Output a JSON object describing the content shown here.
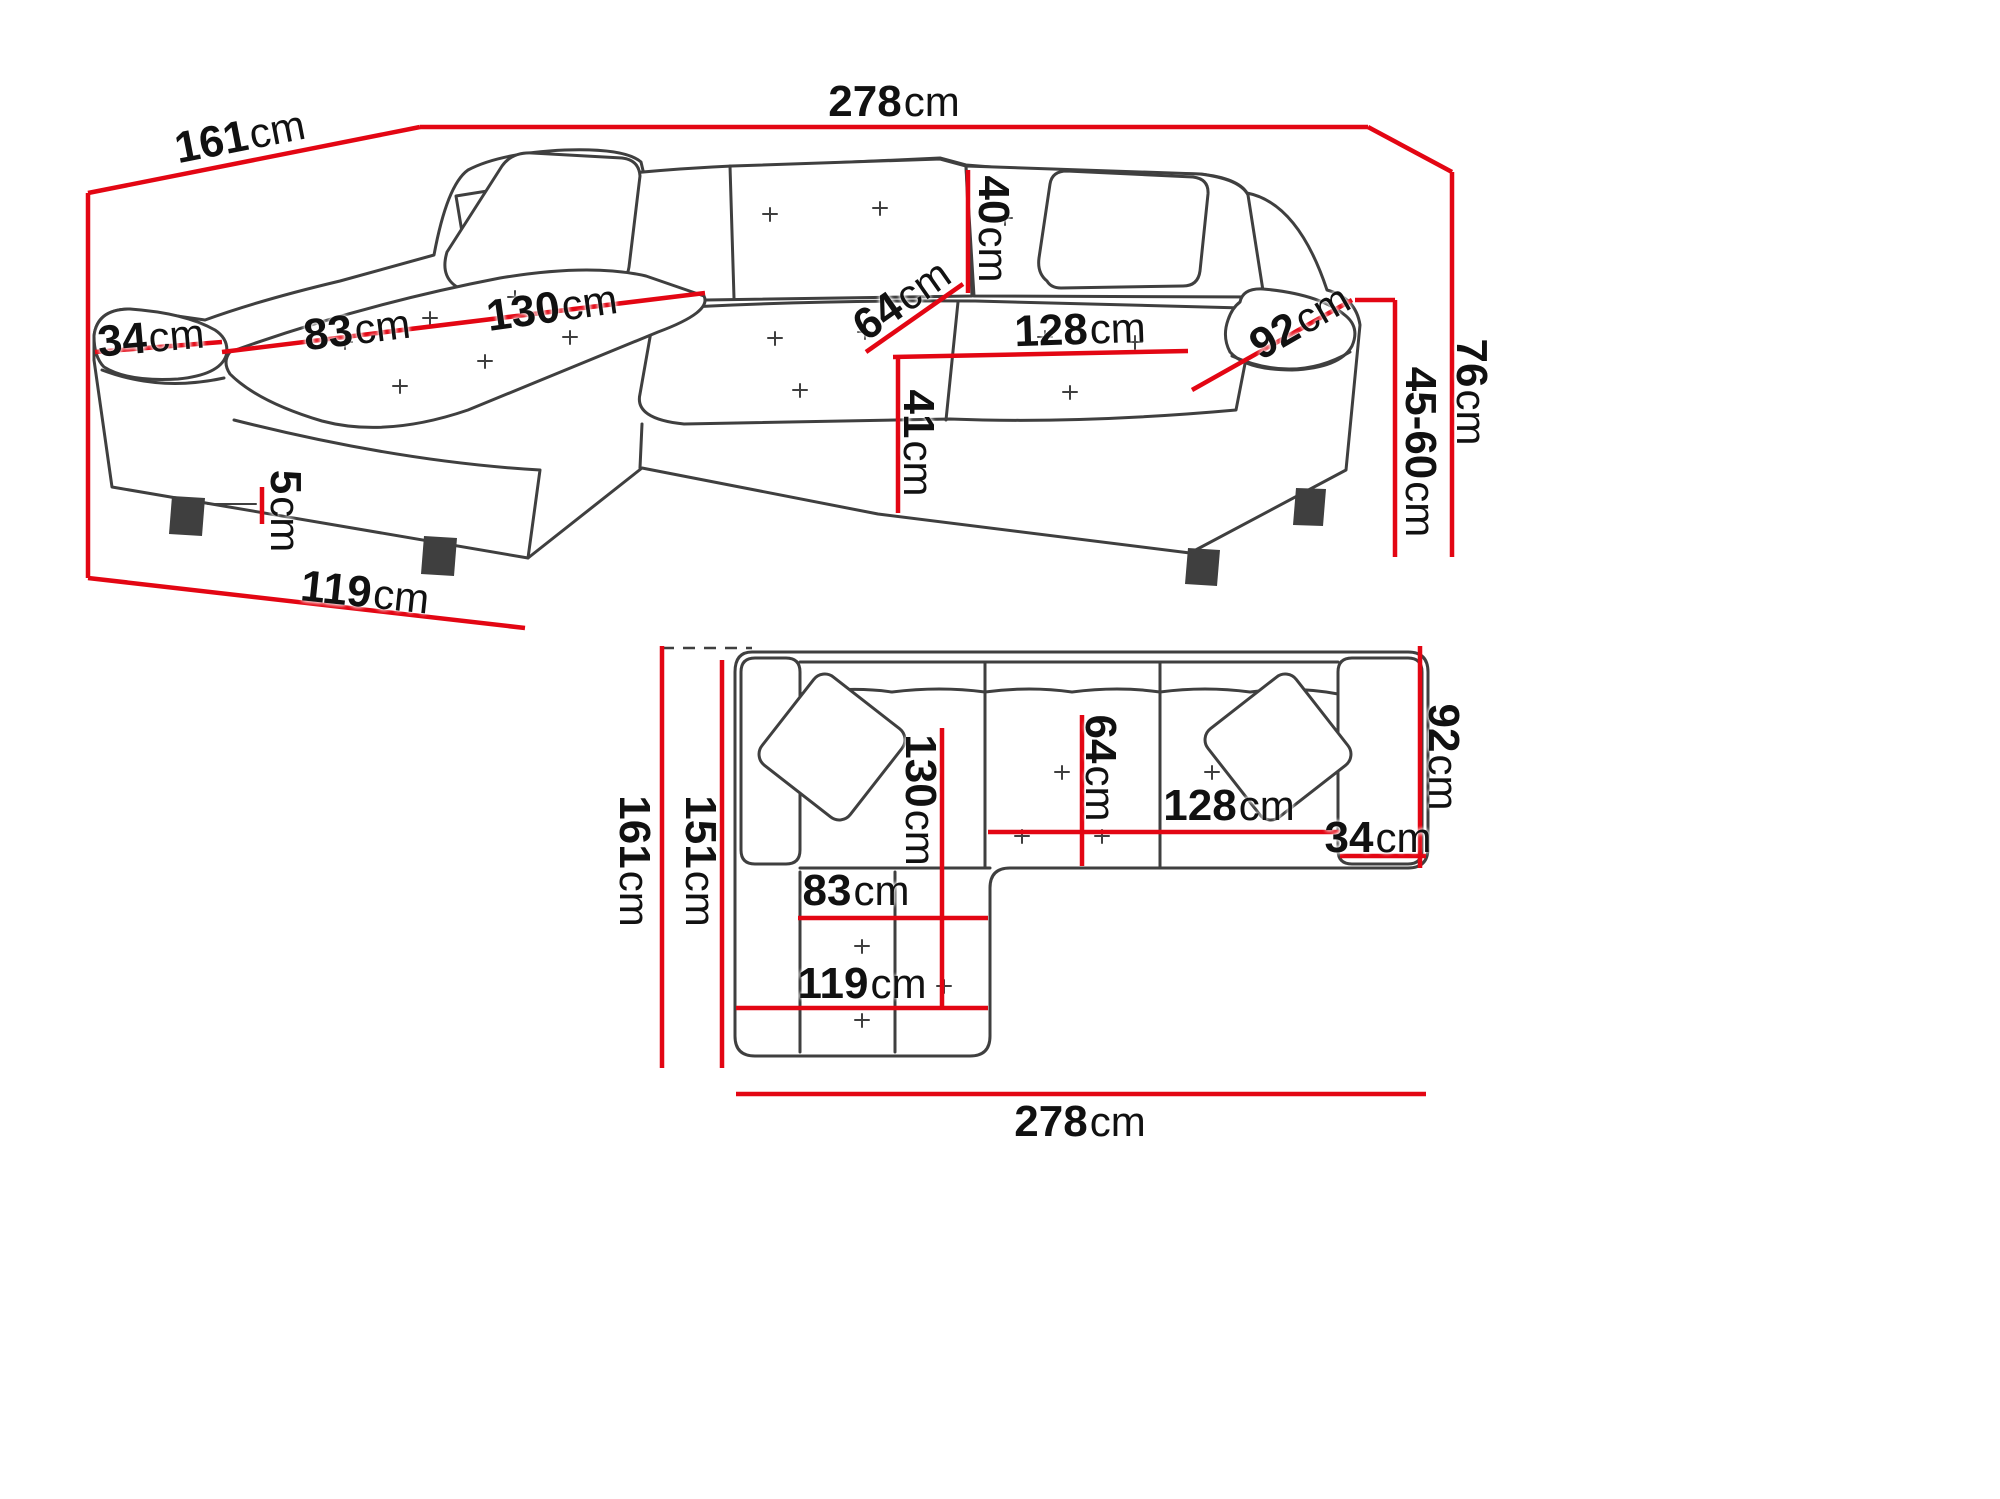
{
  "colors": {
    "dimension": "#e30613",
    "outline": "#3f3f3f",
    "text": "#111111",
    "background": "#ffffff"
  },
  "views": {
    "perspective": {
      "name": "perspective-view",
      "dims": {
        "total_width": {
          "v": "278",
          "u": "cm"
        },
        "total_depth": {
          "v": "161",
          "u": "cm"
        },
        "total_height": {
          "v": "76",
          "u": "cm"
        },
        "armrest_height": {
          "v": "45-60",
          "u": "cm"
        },
        "backrest_height": {
          "v": "40",
          "u": "cm"
        },
        "seat_depth": {
          "v": "64",
          "u": "cm"
        },
        "seat_width": {
          "v": "128",
          "u": "cm"
        },
        "armrest_length": {
          "v": "92",
          "u": "cm"
        },
        "armrest_width": {
          "v": "34",
          "u": "cm"
        },
        "chaise_seat_width": {
          "v": "83",
          "u": "cm"
        },
        "chaise_seat_length": {
          "v": "130",
          "u": "cm"
        },
        "seat_height": {
          "v": "41",
          "u": "cm"
        },
        "leg_height": {
          "v": "5",
          "u": "cm"
        },
        "chaise_total_depth": {
          "v": "119",
          "u": "cm"
        }
      }
    },
    "plan": {
      "name": "top-view",
      "dims": {
        "total_depth": {
          "v": "161",
          "u": "cm"
        },
        "inner_depth": {
          "v": "151",
          "u": "cm"
        },
        "chaise_length": {
          "v": "130",
          "u": "cm"
        },
        "seat_depth": {
          "v": "64",
          "u": "cm"
        },
        "chaise_seat_width": {
          "v": "83",
          "u": "cm"
        },
        "seat_width": {
          "v": "128",
          "u": "cm"
        },
        "armrest_width": {
          "v": "34",
          "u": "cm"
        },
        "armrest_depth": {
          "v": "92",
          "u": "cm"
        },
        "chaise_width": {
          "v": "119",
          "u": "cm"
        },
        "total_width": {
          "v": "278",
          "u": "cm"
        }
      }
    }
  }
}
